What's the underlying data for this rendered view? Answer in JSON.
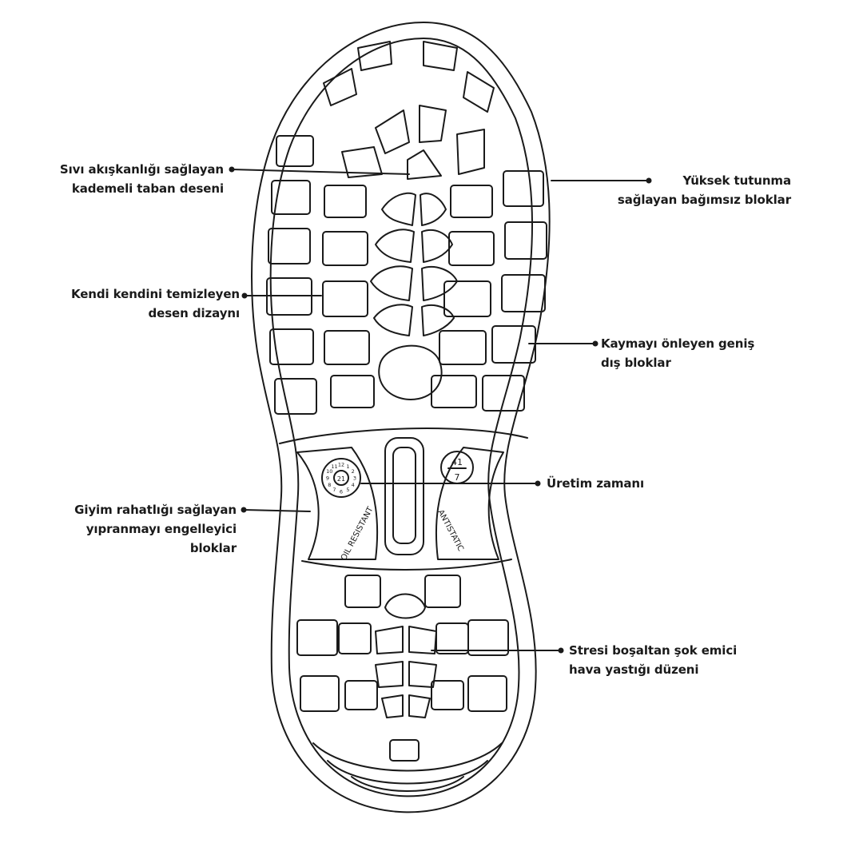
{
  "colors": {
    "ink": "#1a1a1a",
    "background": "#ffffff"
  },
  "sole_markings": {
    "oil_resistant": "OIL RESISTANT",
    "antistatic": "ANTISTATIC",
    "size_top": "41",
    "size_bottom": "7",
    "date_clock_center": "21",
    "date_clock_numbers": [
      "1",
      "2",
      "3",
      "4",
      "5",
      "6",
      "7",
      "8",
      "9",
      "10",
      "11",
      "12"
    ]
  },
  "callouts": [
    {
      "id": "sivi-akiskanligi",
      "lines": [
        "Sıvı akışkanlığı sağlayan",
        "kademeli taban deseni"
      ]
    },
    {
      "id": "kendi-kendini-temizleyen",
      "lines": [
        "Kendi kendini temizleyen",
        "desen dizaynı"
      ]
    },
    {
      "id": "giyim-rahatligi",
      "lines": [
        "Giyim rahatlığı sağlayan",
        "yıpranmayı engelleyici",
        "bloklar"
      ]
    },
    {
      "id": "yuksek-tutunma",
      "lines": [
        "Yüksek tutunma",
        "sağlayan bağımsız bloklar"
      ]
    },
    {
      "id": "kaymayi-onleyen",
      "lines": [
        "Kaymayı önleyen geniş",
        "dış bloklar"
      ]
    },
    {
      "id": "uretim-zamani",
      "lines": [
        "Üretim zamanı"
      ]
    },
    {
      "id": "stresi-bosaltan",
      "lines": [
        "Stresi boşaltan şok emici",
        "hava yastığı düzeni"
      ]
    }
  ]
}
